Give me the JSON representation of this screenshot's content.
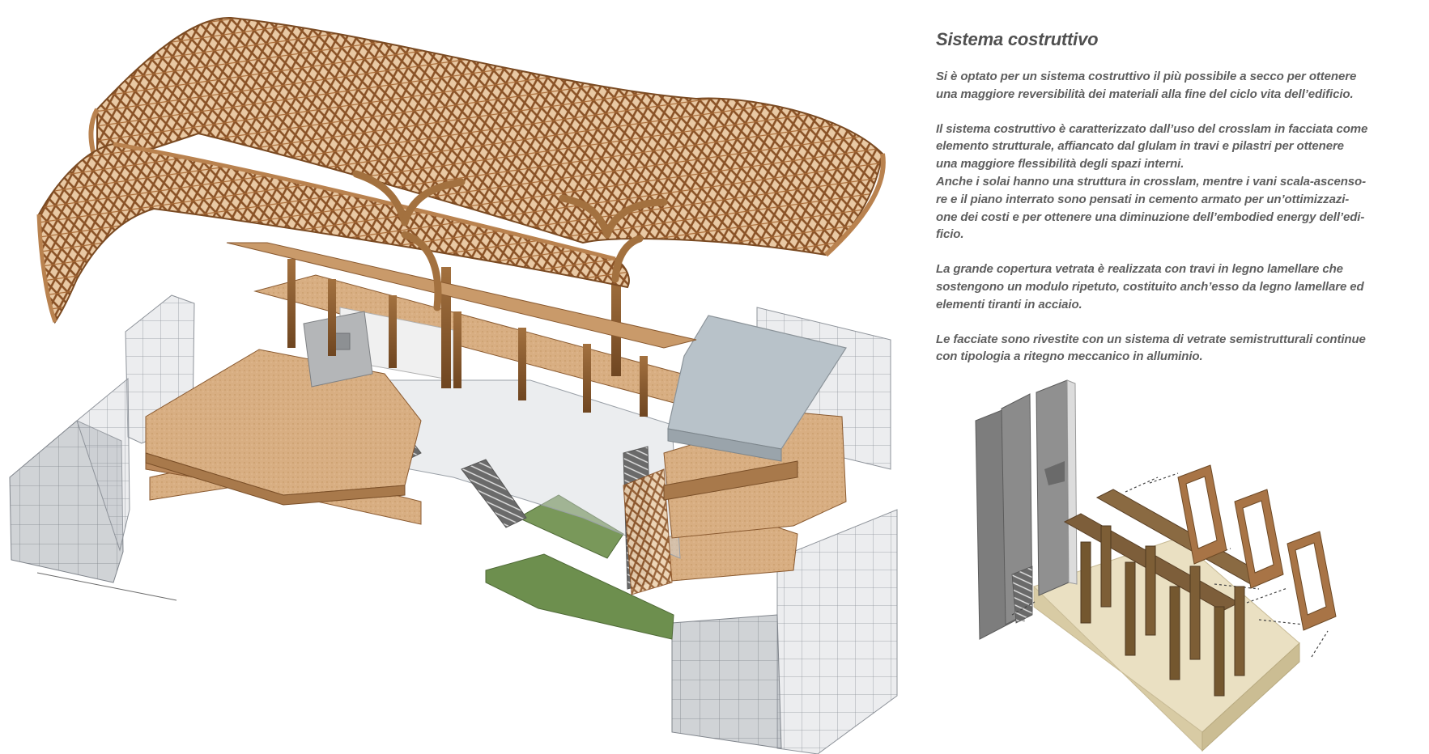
{
  "title": "Sistema costruttivo",
  "paragraphs": [
    {
      "lines": [
        "Si è optato per un sistema costruttivo il più possibile a secco per ottenere",
        "una maggiore reversibilità dei materiali alla fine del ciclo vita dell’edificio."
      ]
    },
    {
      "lines": [
        "Il sistema costruttivo è caratterizzato dall’uso del crosslam in facciata come",
        "elemento strutturale, affiancato dal glulam in travi e pilastri per ottenere",
        "una maggiore flessibilità degli spazi interni.",
        "Anche i solai hanno una struttura in crosslam, mentre i vani scala-ascenso-",
        "re e il piano interrato sono pensati in cemento armato per un’ottimizzazi-",
        "one dei costi e per ottenere una diminuzione dell’embodied energy dell’edi-",
        "ficio."
      ]
    },
    {
      "lines": [
        "La grande copertura vetrata è realizzata con travi in legno lamellare che",
        "sostengono un modulo ripetuto, costituito anch’esso da legno lamellare ed",
        "elementi tiranti in acciaio."
      ]
    },
    {
      "lines": [
        "Le facciate sono rivestite con un sistema di vetrate semistrutturali continue",
        "con tipologia a ritegno meccanico in alluminio."
      ]
    }
  ],
  "colors": {
    "wood_light": "#d9b084",
    "wood_mid": "#c08a55",
    "wood_dark": "#8a5a30",
    "glass": "#c9cdd3",
    "glass_edge": "#8e939a",
    "concrete": "#b4b6b8",
    "green_roof": "#6d8f4e",
    "base_slab": "#eae0c2",
    "text": "#5a5a5a"
  }
}
